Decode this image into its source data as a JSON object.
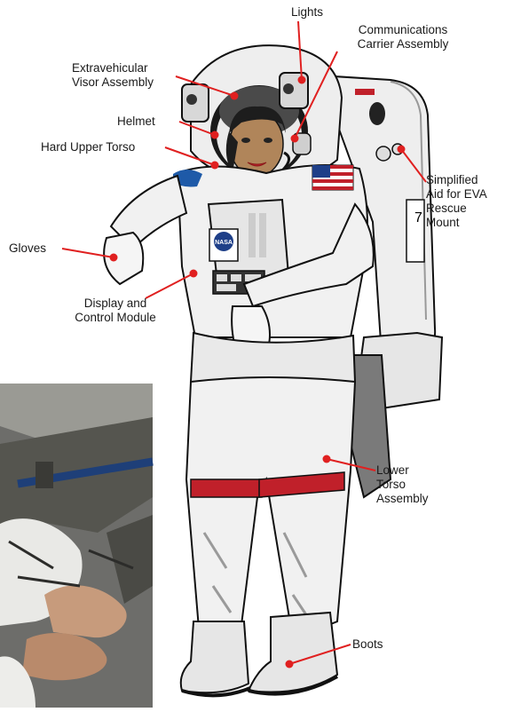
{
  "labels": {
    "lights": "Lights",
    "communications": "Communications\nCarrier Assembly",
    "visor": "Extravehicular\nVisor Assembly",
    "helmet": "Helmet",
    "hut": "Hard Upper Torso",
    "safer": "Simplified\nAid for EVA\nRescue\nMount",
    "gloves": "Gloves",
    "dcm": "Display and\nControl Module",
    "lta": "Lower\nTorso\nAssembly",
    "boots": "Boots"
  },
  "suit_details": {
    "nasa_logo_text": "NASA",
    "backpack_number": "7"
  },
  "colors": {
    "leader_line": "#e02020",
    "suit": "#f1f1f1",
    "suit_shadow": "#bdbdbd",
    "outline": "#111111",
    "stripe": "#c0202a",
    "skin": "#b0855a"
  }
}
